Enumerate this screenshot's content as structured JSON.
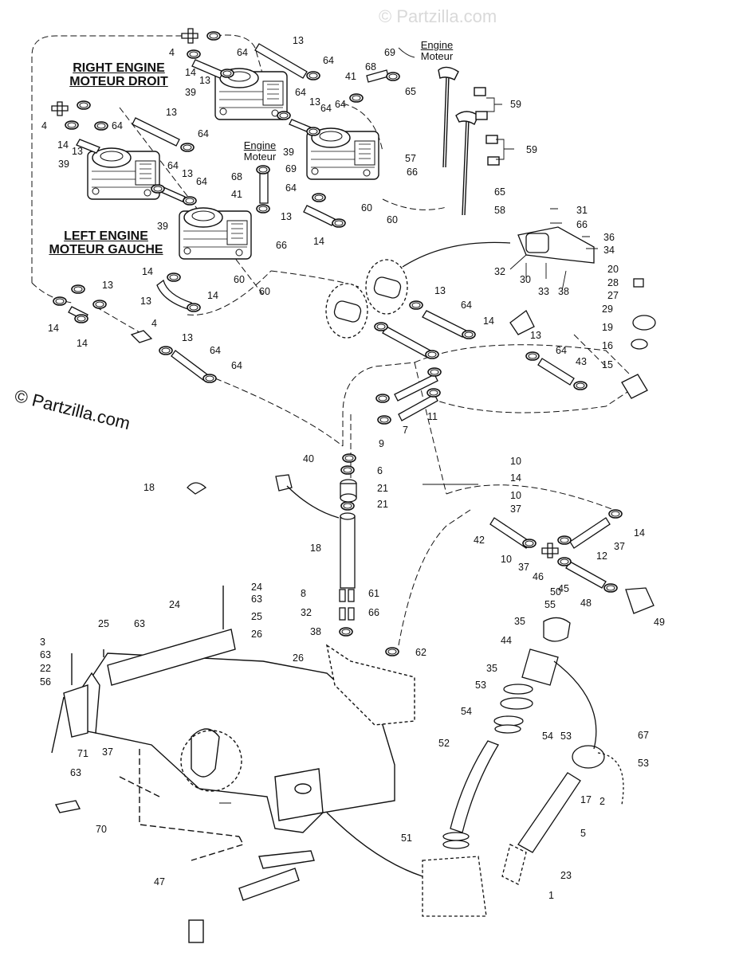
{
  "titles": {
    "right_engine_en": "RIGHT ENGINE",
    "right_engine_fr": "MOTEUR DROIT",
    "left_engine_en": "LEFT ENGINE",
    "left_engine_fr": "MOTEUR GAUCHE"
  },
  "engine_labels": [
    {
      "en": "Engine",
      "fr": "Moteur"
    },
    {
      "en": "Engine",
      "fr": "Moteur"
    }
  ],
  "watermark": "© Partzilla.com",
  "faint_watermark": "© Partzilla.com",
  "callouts": [
    "4",
    "14",
    "13",
    "39",
    "64",
    "13",
    "64",
    "64",
    "13",
    "64",
    "64",
    "68",
    "69",
    "41",
    "65",
    "59",
    "4",
    "14",
    "13",
    "64",
    "39",
    "13",
    "64",
    "13",
    "64",
    "64",
    "39",
    "66",
    "60",
    "60",
    "68",
    "69",
    "41",
    "57",
    "59",
    "65",
    "58",
    "64",
    "13",
    "14",
    "39",
    "66",
    "60",
    "60",
    "31",
    "66",
    "36",
    "34",
    "32",
    "30",
    "33",
    "38",
    "20",
    "28",
    "27",
    "29",
    "19",
    "16",
    "15",
    "13",
    "14",
    "14",
    "4",
    "14",
    "13",
    "14",
    "13",
    "64",
    "64",
    "13",
    "64",
    "14",
    "13",
    "64",
    "43",
    "9",
    "7",
    "11",
    "40",
    "6",
    "21",
    "21",
    "18",
    "18",
    "8",
    "61",
    "32",
    "66",
    "38",
    "10",
    "14",
    "10",
    "37",
    "42",
    "14",
    "37",
    "10",
    "37",
    "12",
    "46",
    "45",
    "48",
    "49",
    "50",
    "55",
    "35",
    "44",
    "35",
    "53",
    "54",
    "52",
    "51",
    "54",
    "53",
    "67",
    "53",
    "17",
    "2",
    "5",
    "23",
    "1",
    "24",
    "63",
    "25",
    "26",
    "24",
    "63",
    "25",
    "26",
    "3",
    "63",
    "22",
    "56",
    "37",
    "71",
    "63",
    "70",
    "62",
    "47"
  ]
}
